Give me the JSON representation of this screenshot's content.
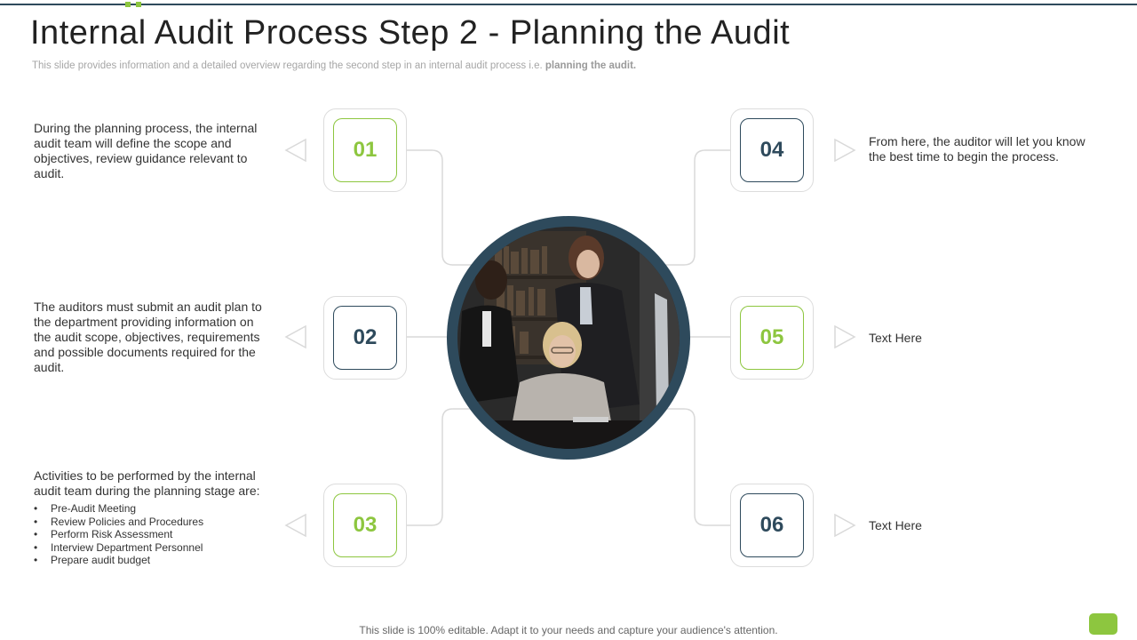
{
  "slide": {
    "title": "Internal Audit Process Step 2 - Planning the Audit",
    "subtitle_regular": "This slide provides information and a detailed overview regarding the second step in an internal audit process i.e. ",
    "subtitle_bold": "planning  the audit.",
    "footer": "This slide is 100% editable. Adapt it to your needs and capture your audience's attention."
  },
  "colors": {
    "green": "#8dc63f",
    "navy": "#2e4a5c"
  },
  "steps": [
    {
      "number": "01",
      "text": "During the planning process, the internal audit team will  define the scope and objectives, review guidance relevant to audit."
    },
    {
      "number": "02",
      "text": "The auditors must submit an audit plan to the  department providing information on the audit scope, objectives, requirements and possible documents required for the audit."
    },
    {
      "number": "03",
      "text": "Activities to be performed by the internal audit team during the planning stage are:",
      "bullets": [
        "Pre-Audit Meeting",
        "Review Policies and Procedures",
        "Perform Risk Assessment",
        "Interview Department Personnel",
        "Prepare audit budget"
      ]
    },
    {
      "number": "04",
      "text": "From here, the auditor will let you know the best time to begin the process."
    },
    {
      "number": "05",
      "text": "Text Here"
    },
    {
      "number": "06",
      "text": "Text Here"
    }
  ]
}
